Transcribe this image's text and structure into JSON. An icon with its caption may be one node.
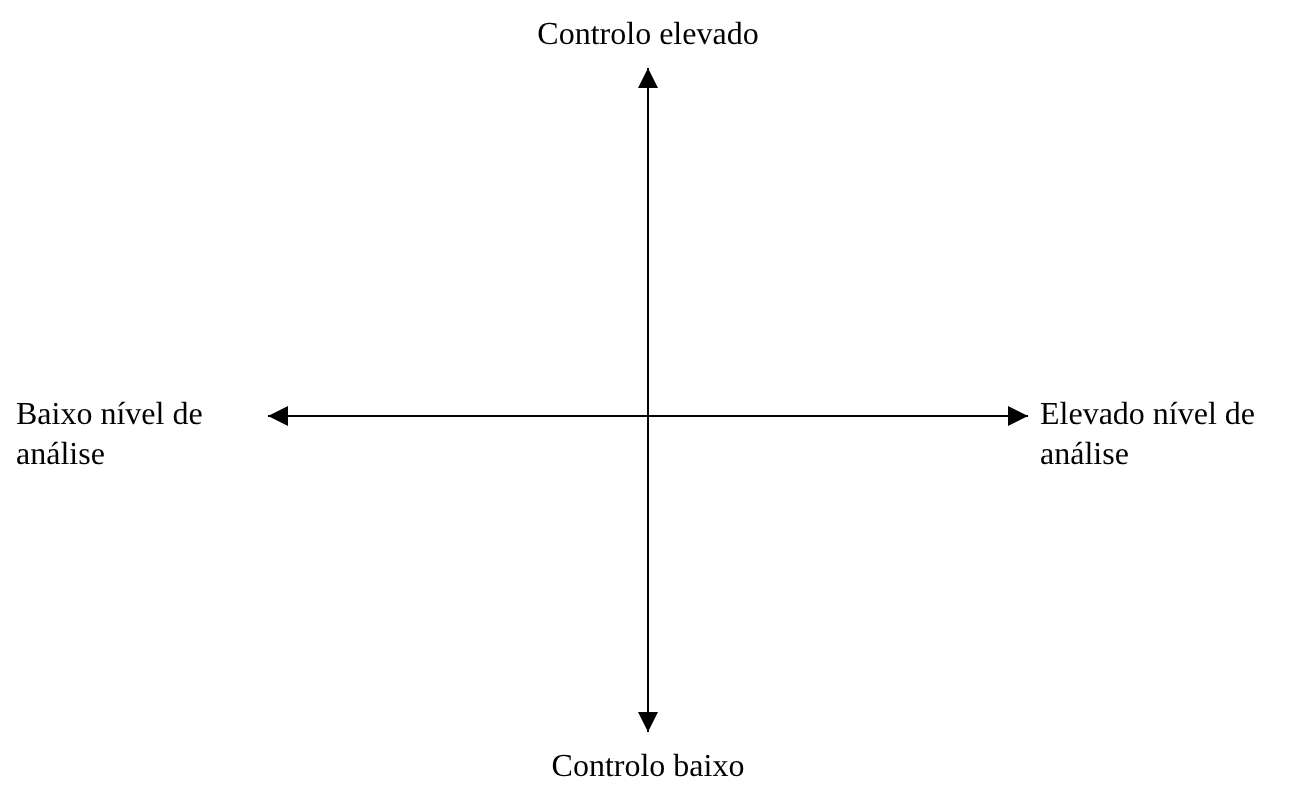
{
  "diagram": {
    "labels": [
      "Controlo elevado",
      "Baixo nível de análise",
      "Elevado nível de análise",
      "Controlo baixo"
    ]
  }
}
